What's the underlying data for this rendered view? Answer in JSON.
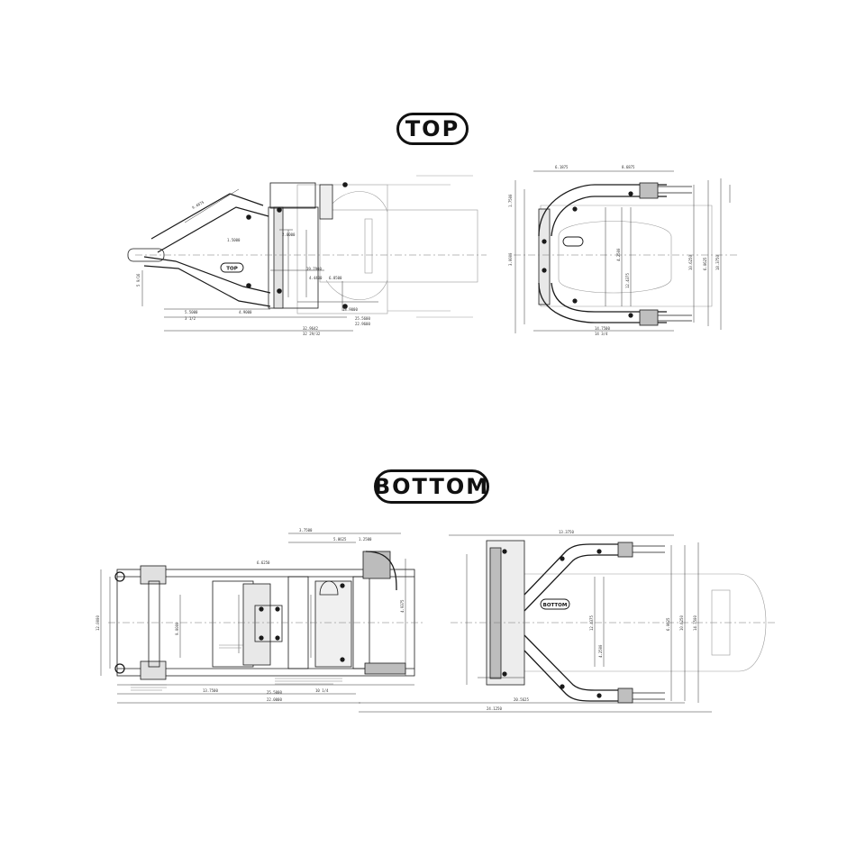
{
  "sections": {
    "top": {
      "label": "TOP"
    },
    "bottom": {
      "label": "BOTTOM"
    }
  },
  "views": {
    "top_left": {
      "tag": "TOP",
      "dimensions": [
        "9.4875",
        "5.5000",
        "3 1/2",
        "5 9/16",
        "4.9000",
        "19.7900",
        "25.5600",
        "22.9600",
        "32.9642",
        "32 29/32",
        "18.9000",
        "4.4400",
        "6.8500",
        "1.5000",
        "2.0000"
      ]
    },
    "top_right": {
      "dimensions": [
        "6.1875",
        "8.6875",
        "1.7500",
        "3.0000",
        "14.7500",
        "14 3/4",
        "10.6250",
        "6.0625",
        "18.3750",
        "4.2500",
        "12.4375"
      ]
    },
    "bottom_left": {
      "dimensions": [
        "3.7500",
        "1.2500",
        "5.0625",
        "6.6250",
        "22.0000",
        "25.5000",
        "13.7500",
        "12.0000",
        "9.0000",
        "10 1/4",
        "4.9375"
      ]
    },
    "bottom_right": {
      "tag": "BOTTOM",
      "dimensions": [
        "13.3750",
        "20.5625",
        "24.1250",
        "12.4375",
        "6.0625",
        "10.6250",
        "4.2500",
        "14.7500"
      ]
    }
  },
  "colors": {
    "line": "#1a1a1a",
    "fine": "#555555",
    "hatch": "#8c8c8c",
    "fill": "#d9d9d9"
  }
}
